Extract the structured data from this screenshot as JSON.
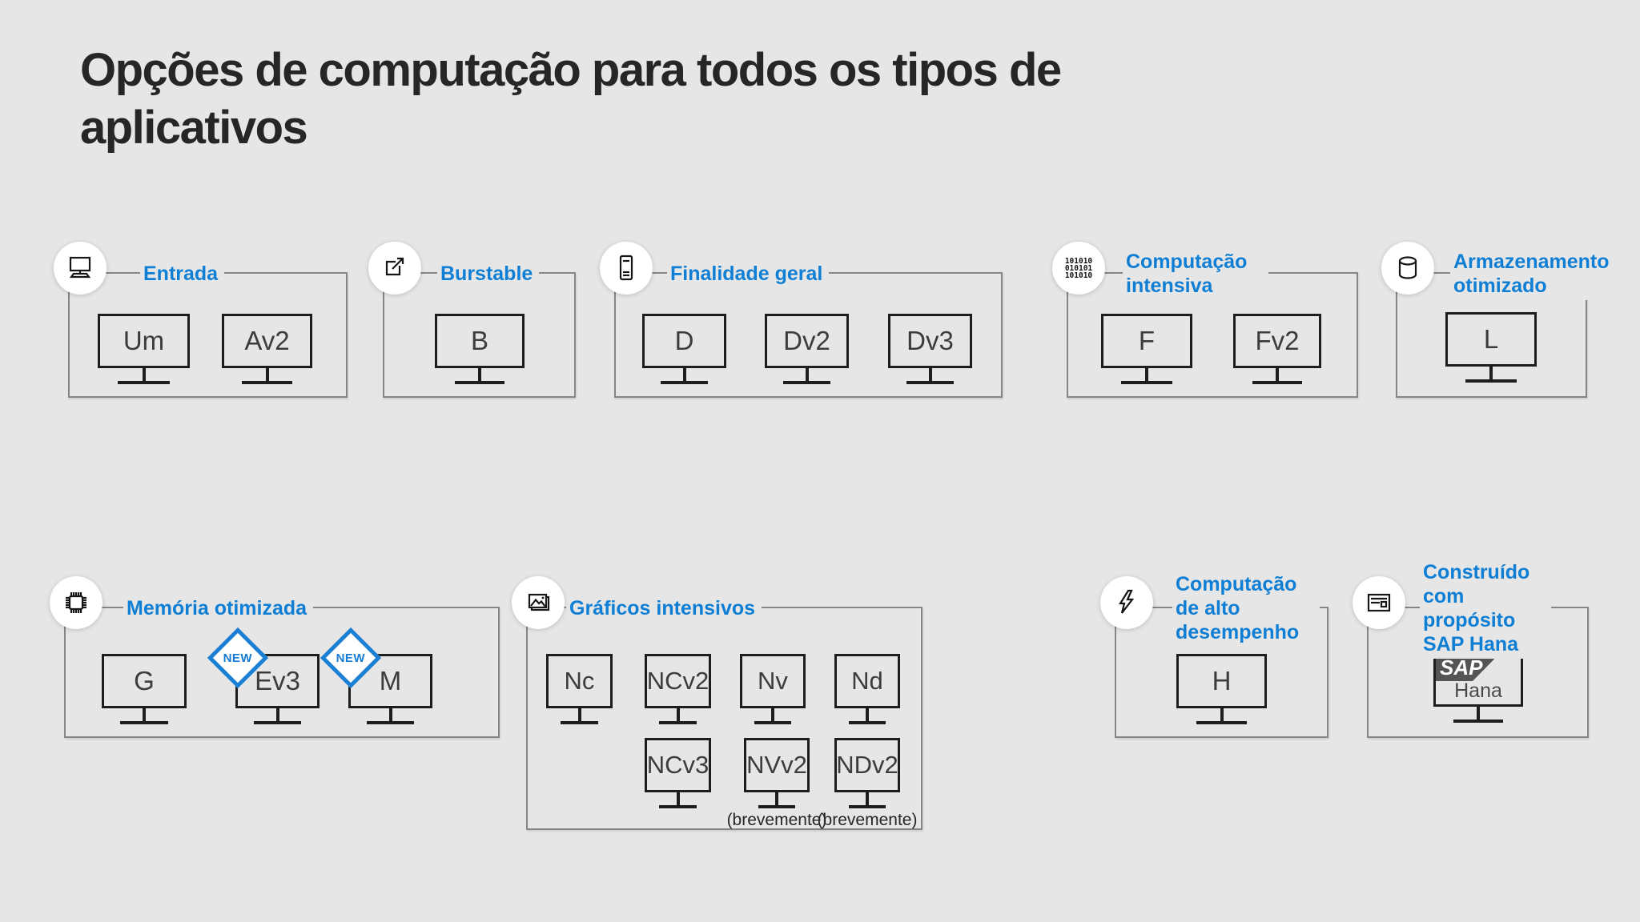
{
  "title": {
    "line1": "Opções de computação para todos os tipos de",
    "line2": "aplicativos"
  },
  "colors": {
    "background": "#e6e6e6",
    "accent_blue": "#0f7ed5",
    "badge_blue": "#1b80d4",
    "title_text": "#262626",
    "monitor_border": "#1d1d1d",
    "group_border": "#868686"
  },
  "badge_label": "NEW",
  "groups": [
    {
      "label": "Entrada",
      "icon": "desktop-computer-icon",
      "machines": [
        {
          "name": "Um"
        },
        {
          "name": "Av2"
        }
      ]
    },
    {
      "label": "Burstable",
      "icon": "expand-arrow-icon",
      "machines": [
        {
          "name": "B"
        }
      ]
    },
    {
      "label": "Finalidade geral",
      "icon": "server-tower-icon",
      "machines": [
        {
          "name": "D"
        },
        {
          "name": "Dv2"
        },
        {
          "name": "Dv3"
        }
      ]
    },
    {
      "label": "Computação intensiva",
      "icon": "binary-code-icon",
      "machines": [
        {
          "name": "F"
        },
        {
          "name": "Fv2"
        }
      ]
    },
    {
      "label": "Armazenamento otimizado",
      "icon": "database-icon",
      "machines": [
        {
          "name": "L"
        }
      ]
    },
    {
      "label": "Memória otimizada",
      "icon": "cpu-chip-icon",
      "machines": [
        {
          "name": "G"
        },
        {
          "name": "Ev3",
          "badge": "NEW"
        },
        {
          "name": "M",
          "badge": "NEW"
        }
      ]
    },
    {
      "label": "Gráficos intensivos",
      "icon": "image-icon",
      "machines": [
        {
          "name": "Nc"
        },
        {
          "name": "NCv2"
        },
        {
          "name": "Nv"
        },
        {
          "name": "Nd"
        },
        {
          "name": "NCv3"
        },
        {
          "name": "NVv2",
          "note": "(brevemente)"
        },
        {
          "name": "NDv2",
          "note": "(brevemente)"
        }
      ]
    },
    {
      "label": "Computação de alto desempenho",
      "icon": "lightning-bolt-icon",
      "machines": [
        {
          "name": "H"
        }
      ]
    },
    {
      "label": "Construído com propósito SAP Hana",
      "icon": "spec-sheet-icon",
      "sap_logo": "SAP",
      "machines": [
        {
          "name": "Hana"
        }
      ]
    }
  ]
}
